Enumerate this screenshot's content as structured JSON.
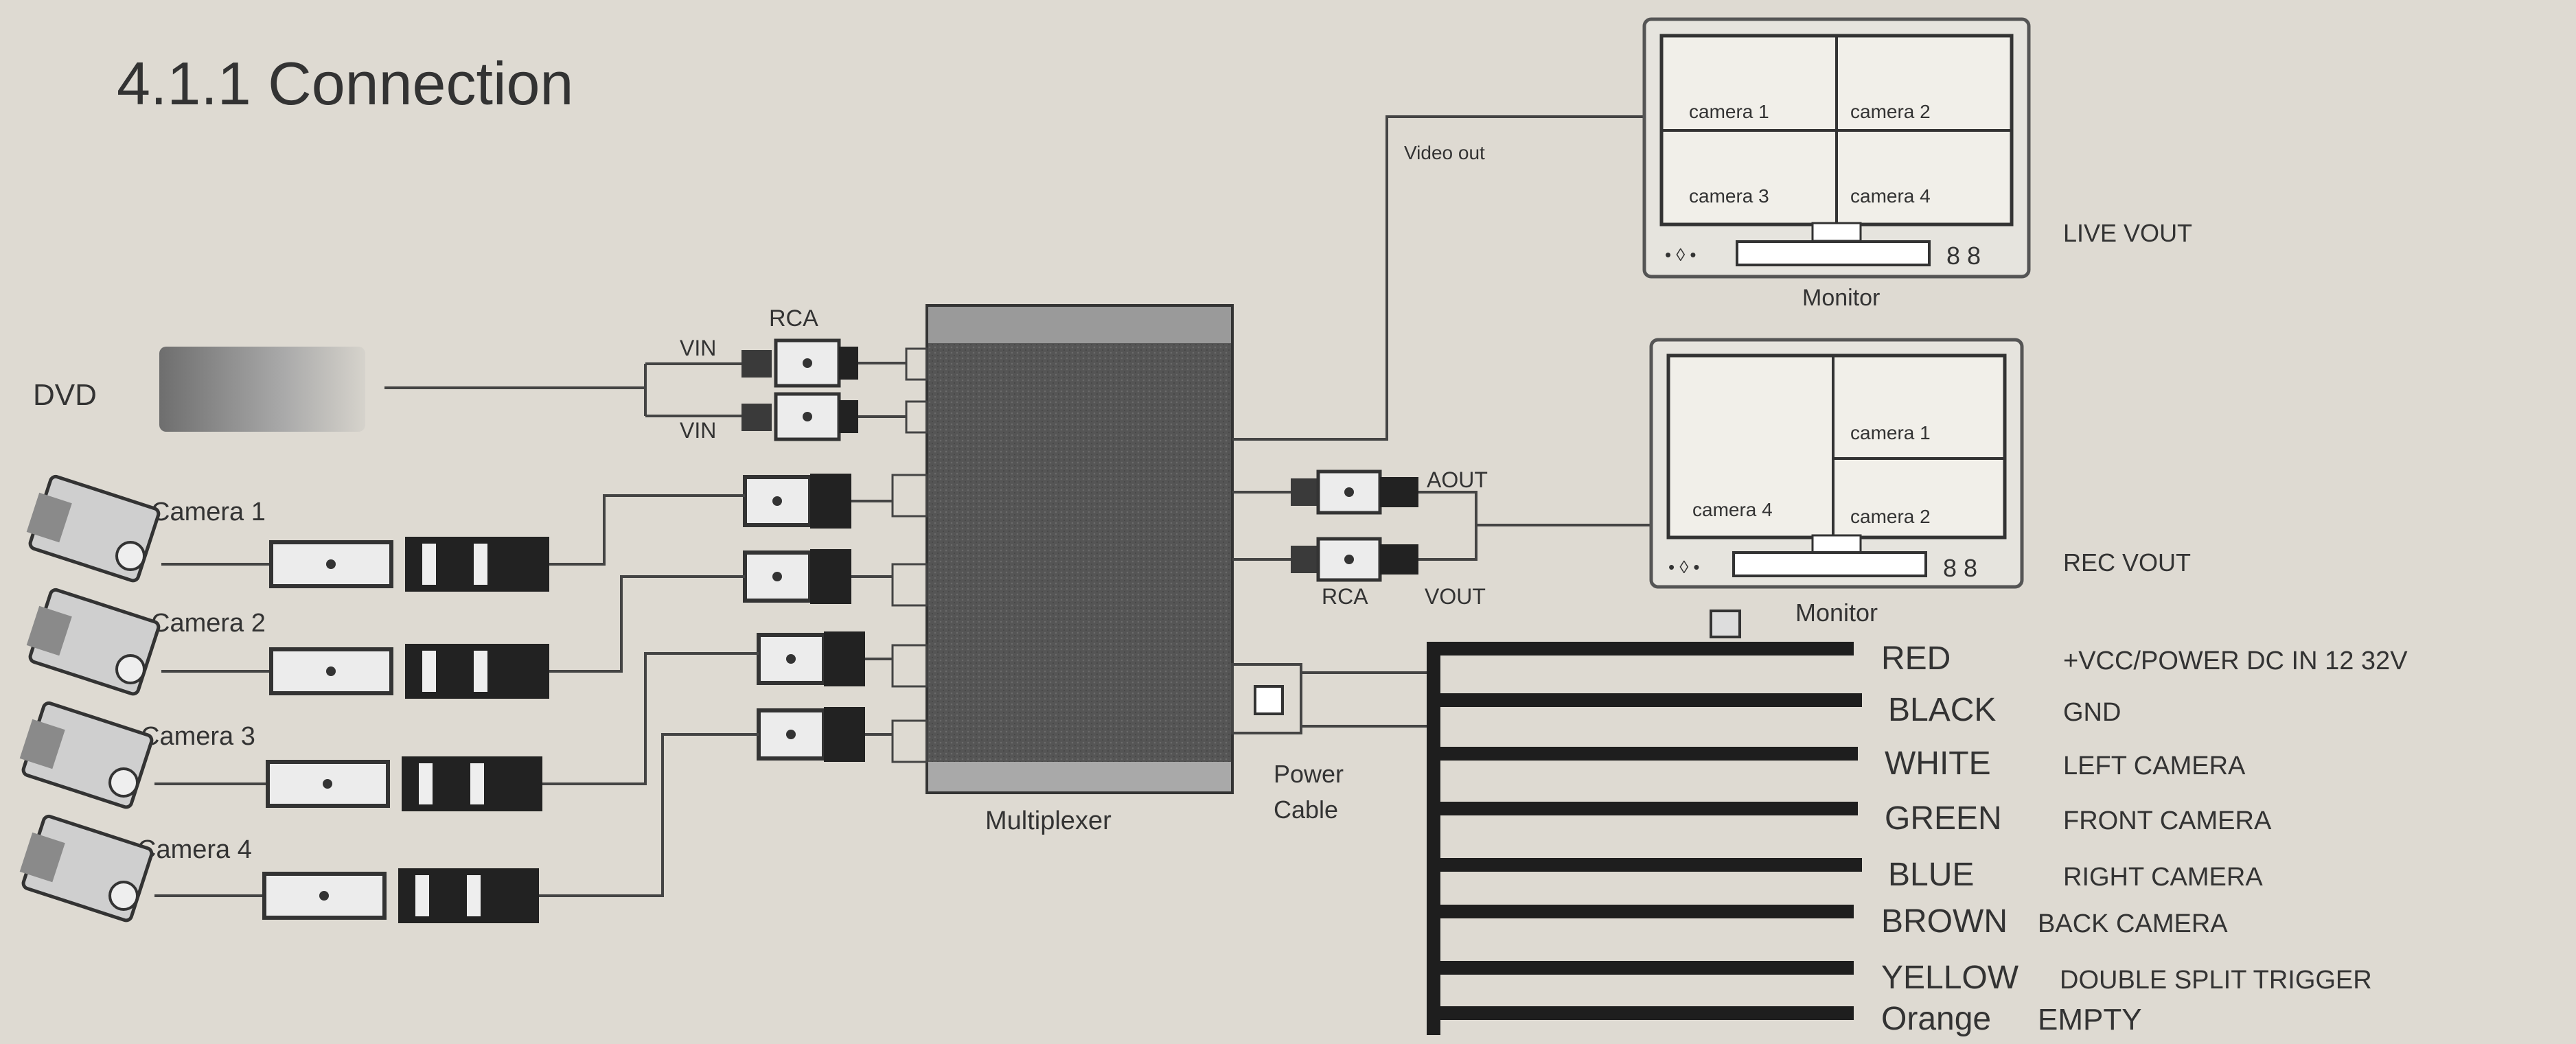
{
  "title": "4.1.1 Connection",
  "labels": {
    "dvd": "DVD",
    "vin1": "VIN",
    "vin2": "VIN",
    "rca_top": "RCA",
    "rca_bottom": "RCA",
    "video_out": "Video out",
    "aout": "AOUT",
    "vout": "VOUT",
    "multiplexer": "Multiplexer",
    "power_cable_1": "Power",
    "power_cable_2": "Cable",
    "monitor_top": "Monitor",
    "monitor_bottom": "Monitor",
    "live_vout": "LIVE VOUT",
    "rec_vout": "REC VOUT"
  },
  "cameras": [
    "Camera 1",
    "Camera 2",
    "Camera 3",
    "Camera 4"
  ],
  "monitor_top_cells": [
    "camera 1",
    "camera 2",
    "camera 3",
    "camera 4"
  ],
  "monitor_bottom_cells": [
    "camera 1",
    "camera 4",
    "camera 2"
  ],
  "power_wires": [
    {
      "color": "RED",
      "function": "+VCC/POWER DC IN 12 32V"
    },
    {
      "color": "BLACK",
      "function": "GND"
    },
    {
      "color": "WHITE",
      "function": "LEFT CAMERA"
    },
    {
      "color": "GREEN",
      "function": "FRONT CAMERA"
    },
    {
      "color": "BLUE",
      "function": "RIGHT CAMERA"
    },
    {
      "color": "BROWN",
      "function": "BACK CAMERA"
    },
    {
      "color": "YELLOW",
      "function": "DOUBLE SPLIT TRIGGER"
    },
    {
      "color": "Orange",
      "function": "EMPTY"
    }
  ]
}
